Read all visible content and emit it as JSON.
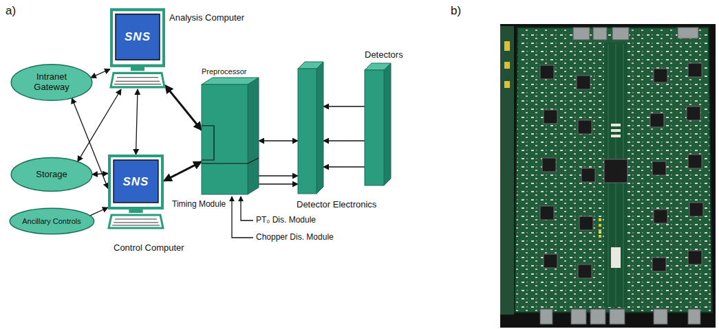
{
  "diagram": {
    "nodes": [
      {
        "text": [
          "Intranet Gateway"
        ]
      },
      {
        "text": [
          "SNS",
          "Analysis Computer"
        ]
      },
      {
        "text": [
          "Storage"
        ]
      },
      {
        "text": [
          "SNS",
          "Control Computer"
        ]
      },
      {
        "text": [
          "Ancillary Controls"
        ]
      },
      {
        "text": [
          "Preprocessor"
        ]
      },
      {
        "text": [
          "Detector Electronics"
        ]
      },
      {
        "text": [
          "Detectors"
        ]
      }
    ],
    "edges": [
      {
        "from": 0,
        "to": 1,
        "arrow": "both"
      },
      {
        "from": 0,
        "to": 3,
        "arrow": "both"
      },
      {
        "from": 2,
        "to": 1,
        "arrow": "both"
      },
      {
        "from": 2,
        "to": 3,
        "arrow": "both"
      },
      {
        "from": 4,
        "to": 3,
        "arrow": "to"
      },
      {
        "from": 1,
        "to": 3,
        "arrow": "both"
      },
      {
        "from": 1,
        "to": 5,
        "arrow": "both"
      },
      {
        "from": 3,
        "to": 5,
        "arrow": "both"
      },
      {
        "from": 5,
        "to": 6,
        "arrow": "both"
      },
      {
        "from": 5,
        "to": 6,
        "arrow": "to"
      },
      {
        "from": 5,
        "to": 6,
        "arrow": "to"
      },
      {
        "from": 7,
        "to": 6,
        "arrow": "to"
      },
      {
        "from": 7,
        "to": 6,
        "arrow": "to"
      },
      {
        "from": 7,
        "to": 6,
        "arrow": "to"
      }
    ],
    "labels": [
      "a)",
      "b)",
      "Timing Module",
      "PT₀ Dis. Module",
      "Chopper Dis. Module"
    ]
  }
}
